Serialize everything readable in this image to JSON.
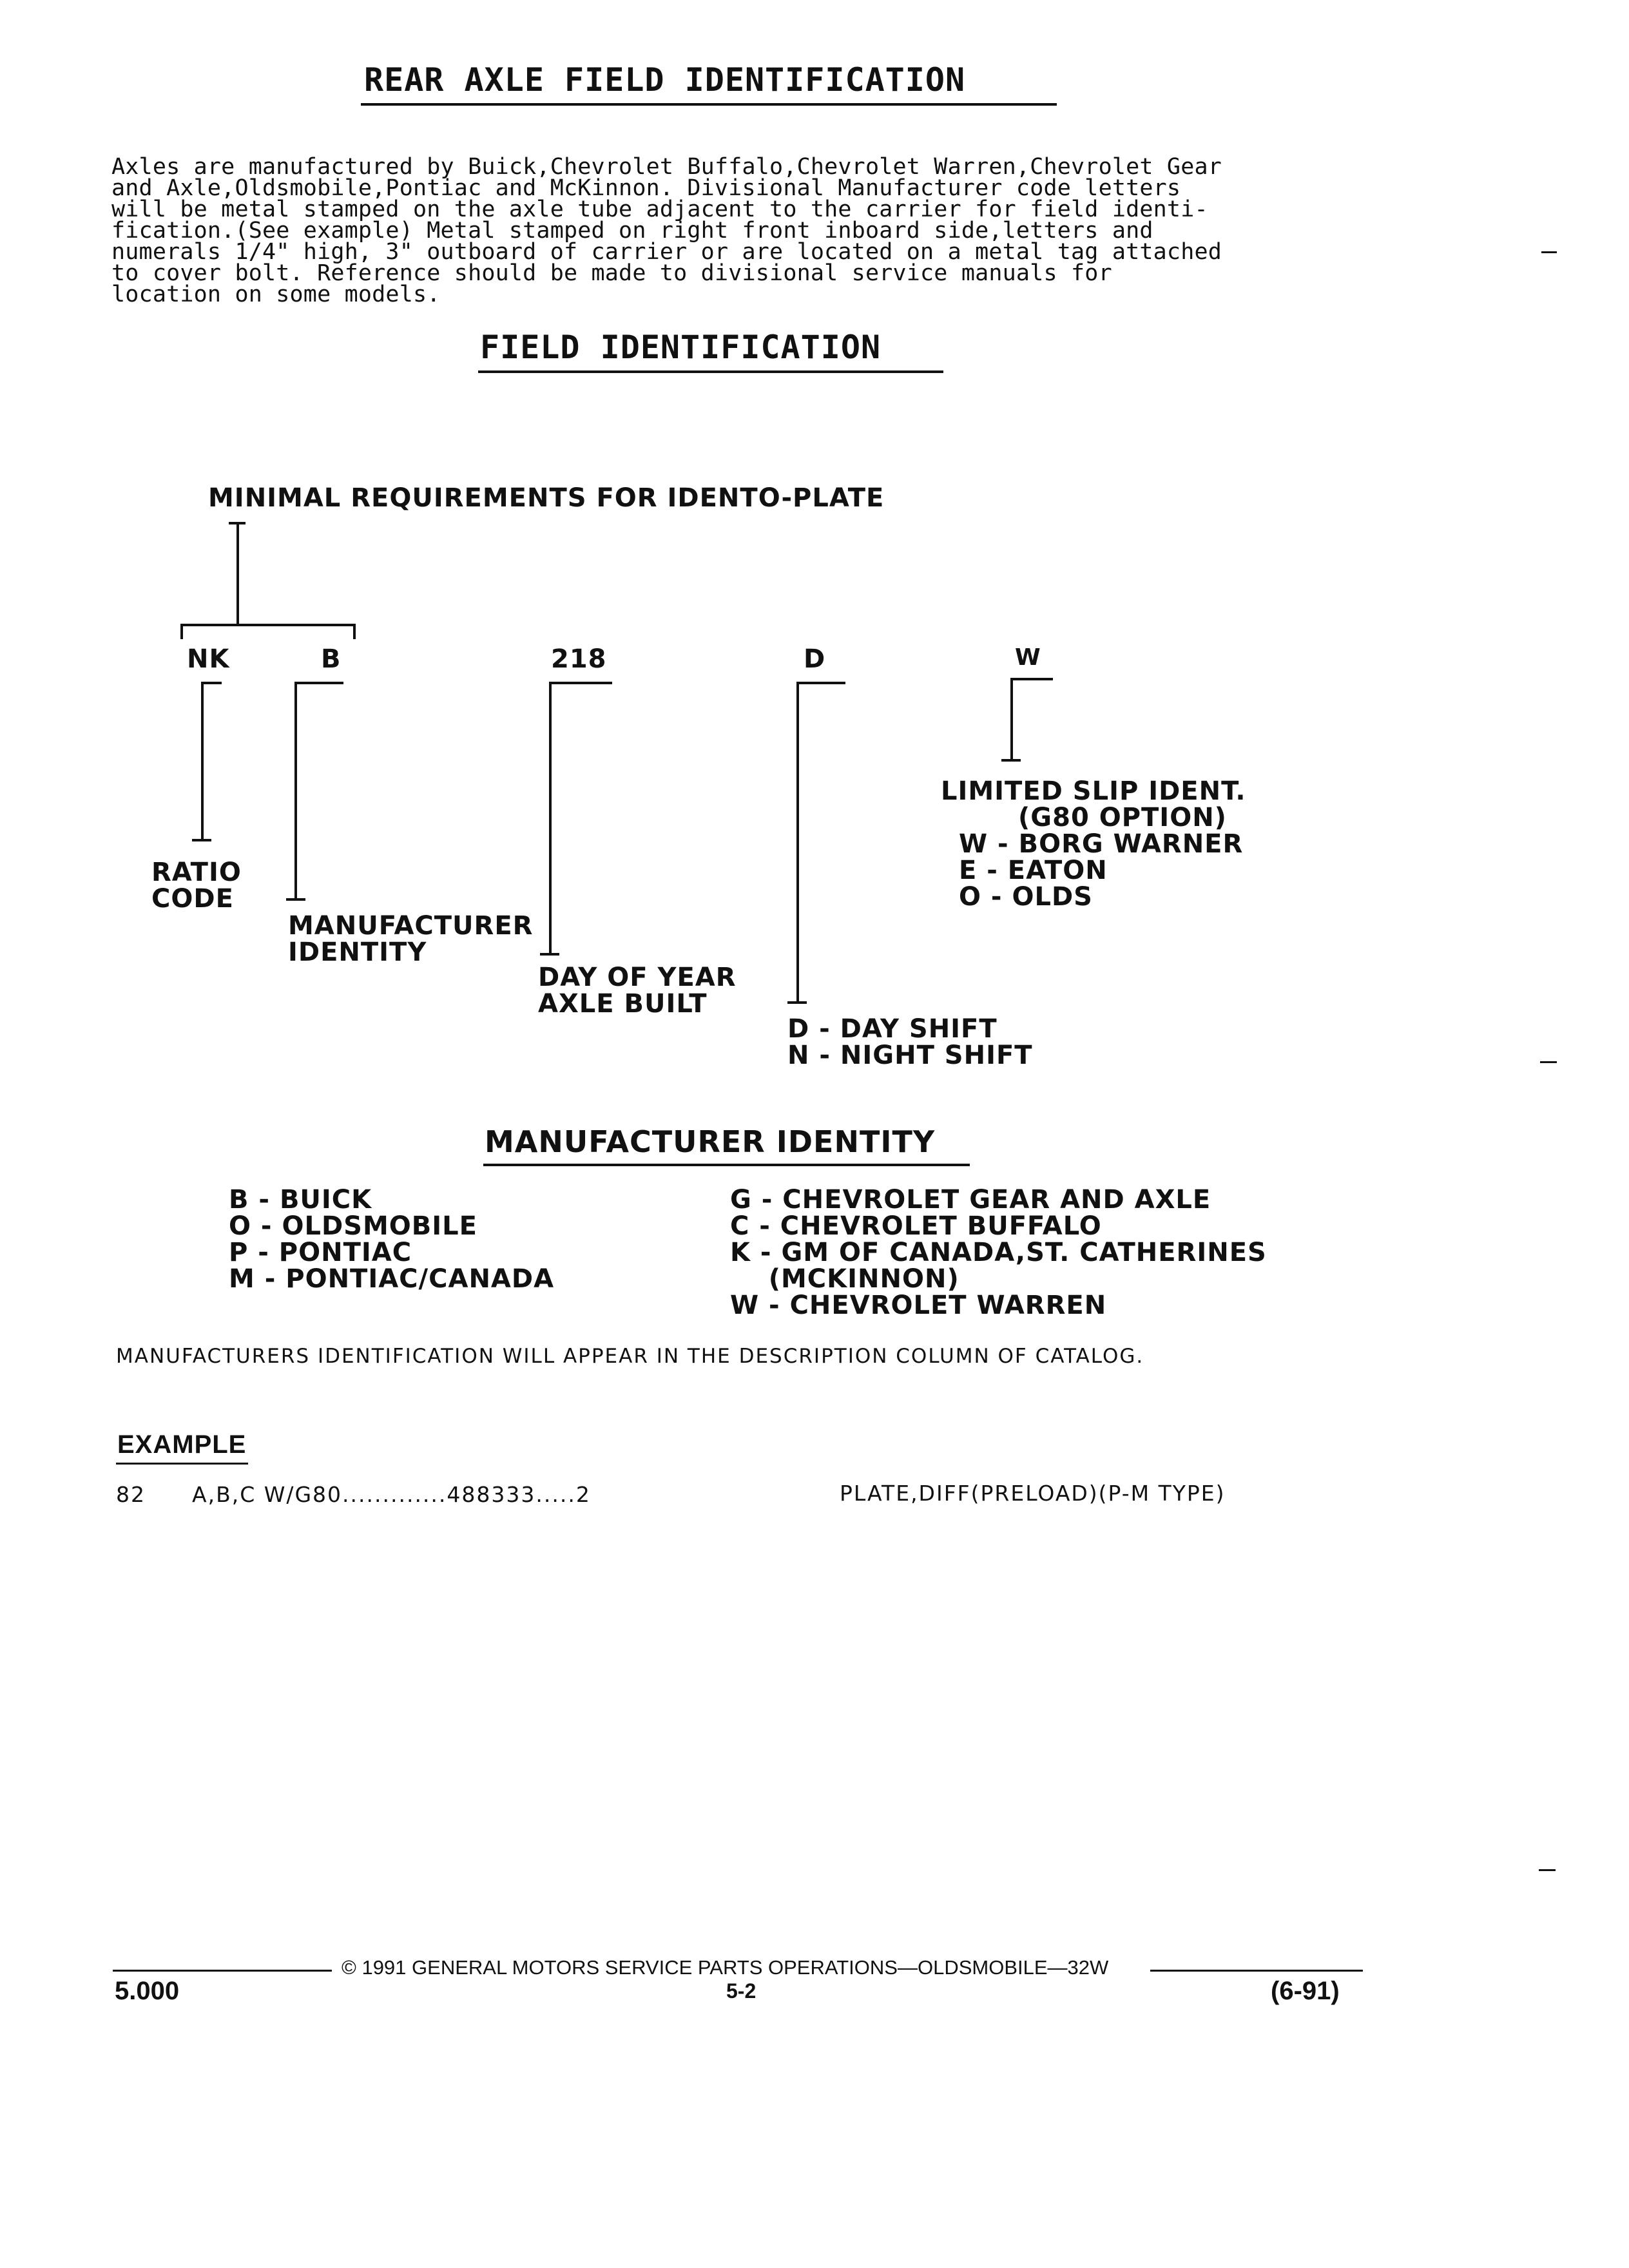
{
  "page_title": "REAR AXLE FIELD IDENTIFICATION",
  "intro_paragraph": "Axles are manufactured by Buick,Chevrolet Buffalo,Chevrolet Warren,Chevrolet Gear\nand Axle,Oldsmobile,Pontiac and McKinnon. Divisional Manufacturer code letters\nwill be metal stamped on the axle tube adjacent to the carrier for field identi-\nfication.(See example) Metal stamped on right front inboard side,letters and\nnumerals 1/4\" high, 3\" outboard of carrier or are located on a metal tag attached\nto cover bolt. Reference should be made to divisional service manuals for\nlocation on some models.",
  "field_identification": {
    "heading": "FIELD IDENTIFICATION",
    "minimal_requirements": "MINIMAL REQUIREMENTS FOR IDENTO-PLATE",
    "codes": {
      "ratio": "NK",
      "manufacturer": "B",
      "day": "218",
      "shift": "D",
      "limited_slip": "W"
    },
    "captions": {
      "ratio_line1": "RATIO",
      "ratio_line2": "CODE",
      "manufacturer_line1": "MANUFACTURER",
      "manufacturer_line2": "IDENTITY",
      "day_line1": "DAY OF YEAR",
      "day_line2": "AXLE BUILT",
      "shift_day": "D - DAY SHIFT",
      "shift_night": "N - NIGHT SHIFT",
      "ls_title": "LIMITED SLIP IDENT.",
      "ls_option": "(G80 OPTION)",
      "ls_w": "W - BORG WARNER",
      "ls_e": "E - EATON",
      "ls_o": "O - OLDS"
    }
  },
  "manufacturer_identity": {
    "heading": "MANUFACTURER IDENTITY",
    "left": [
      "B - BUICK",
      "O - OLDSMOBILE",
      "P - PONTIAC",
      "M - PONTIAC/CANADA"
    ],
    "right": [
      "G - CHEVROLET GEAR AND AXLE",
      "C - CHEVROLET BUFFALO",
      "K - GM OF CANADA,ST. CATHERINES",
      "    (MCKINNON)",
      "W - CHEVROLET WARREN"
    ],
    "note": "MANUFACTURERS IDENTIFICATION WILL APPEAR IN THE DESCRIPTION COLUMN OF CATALOG."
  },
  "example": {
    "heading": "EXAMPLE",
    "ref": "82",
    "applic": "A,B,C W/G80.............488333.....2",
    "description": "PLATE,DIFF(PRELOAD)(P-M TYPE)"
  },
  "footer": {
    "copyright": "© 1991 GENERAL MOTORS SERVICE PARTS OPERATIONS—OLDSMOBILE—32W",
    "section": "5.000",
    "page": "5-2",
    "date": "(6-91)"
  }
}
